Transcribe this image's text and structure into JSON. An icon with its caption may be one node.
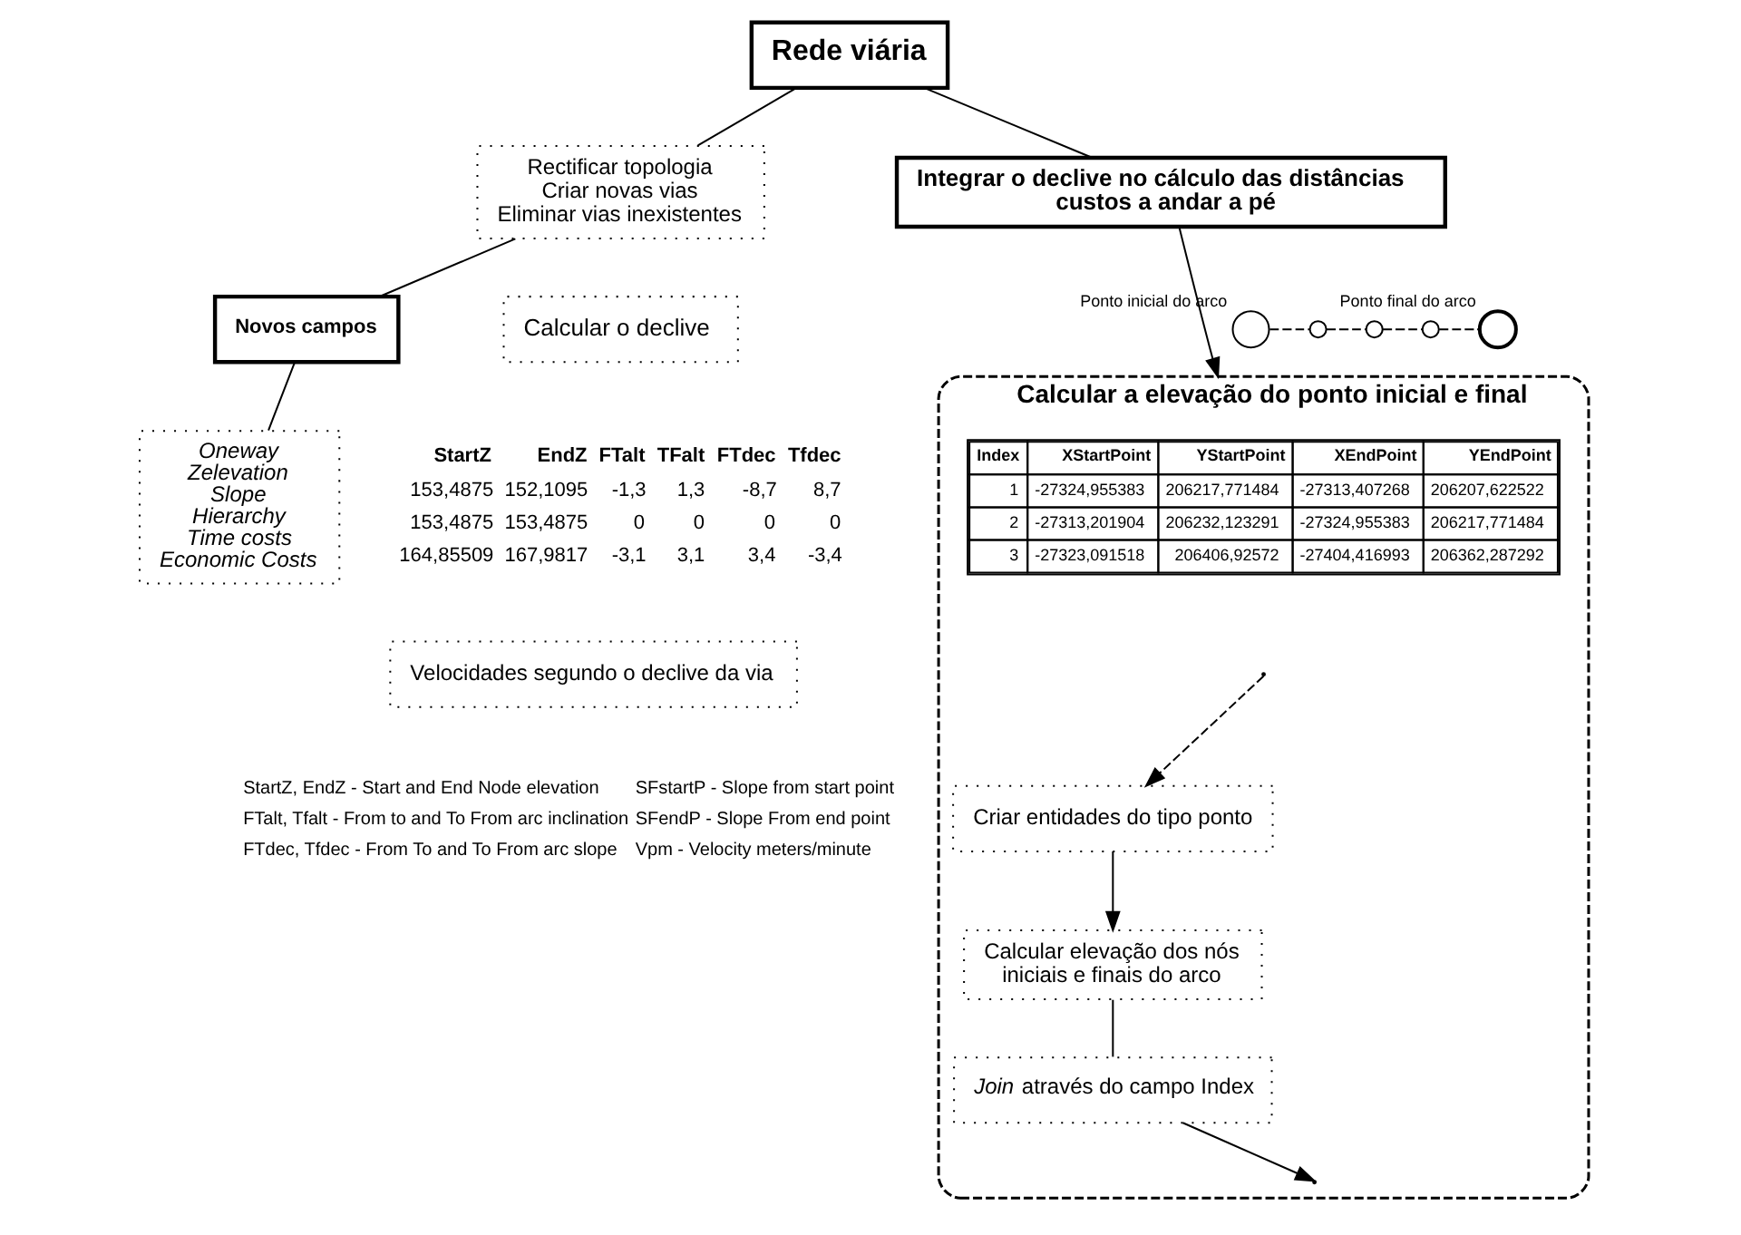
{
  "diagram": {
    "nodes": [
      {
        "text": [
          "Rede viária"
        ]
      },
      {
        "text": [
          "Rectificar topologia",
          "Criar novas vias",
          "Eliminar vias inexistentes"
        ]
      },
      {
        "text": [
          "Integrar o declive no cálculo das distâncias custos a andar a pé"
        ]
      },
      {
        "text": [
          "Novos campos"
        ]
      },
      {
        "text": [
          "Oneway",
          "Zelevation",
          "Slope",
          "Hierarchy",
          "Time costs",
          "Economic Costs"
        ]
      },
      {
        "text": [
          "Calcular o declive"
        ]
      },
      {
        "text": [
          "Velocidades segundo o declive da via"
        ]
      },
      {
        "text": [],
        "shape": "circle",
        "beside": [
          "Ponto inicial do arco"
        ]
      },
      {
        "text": [],
        "shape": "circle"
      },
      {
        "text": [],
        "shape": "circle"
      },
      {
        "text": [],
        "shape": "circle"
      },
      {
        "text": [],
        "shape": "circle",
        "beside": [
          "Ponto final do arco"
        ]
      },
      {
        "text": [
          "Calcular a elevação do ponto inicial e final"
        ]
      },
      {
        "text": [
          "*Join* através do campo Index"
        ],
        "in": 12
      },
      {
        "text": [
          "Criar entidades do tipo ponto"
        ],
        "in": 12
      },
      {
        "text": [
          "Calcular elevação dos nós iniciais e finais do arco"
        ],
        "in": 12
      }
    ],
    "edges": [
      {
        "from": 0,
        "to": 1,
        "arrow": "none"
      },
      {
        "from": 0,
        "to": 2,
        "arrow": "none"
      },
      {
        "from": 1,
        "to": 3,
        "arrow": "none"
      },
      {
        "from": 3,
        "to": 4,
        "arrow": "none"
      },
      {
        "from": 7,
        "to": 8,
        "arrow": "none",
        "style": "dashed"
      },
      {
        "from": 8,
        "to": 9,
        "arrow": "none",
        "style": "dashed"
      },
      {
        "from": 9,
        "to": 10,
        "arrow": "none",
        "style": "dashed"
      },
      {
        "from": 10,
        "to": 11,
        "arrow": "none",
        "style": "dashed"
      },
      {
        "from": 2,
        "to": 12,
        "arrow": "to"
      },
      {
        "from": null,
        "to": 14,
        "arrow": "to",
        "style": "dashed"
      },
      {
        "from": 14,
        "to": 15,
        "arrow": "to"
      },
      {
        "from": 15,
        "to": 13,
        "arrow": "none"
      },
      {
        "from": 13,
        "to": null,
        "arrow": "to"
      }
    ],
    "labels": [
      "StartZ",
      "EndZ",
      "FTalt",
      "TFalt",
      "FTdec",
      "Tfdec",
      "153,4875",
      "152,1095",
      "-1,3",
      "1,3",
      "-8,7",
      "8,7",
      "153,4875",
      "153,4875",
      "0",
      "0",
      "0",
      "0",
      "164,85509",
      "167,9817",
      "-3,1",
      "3,1",
      "3,4",
      "-3,4",
      "Index",
      "XStartPoint",
      "YStartPoint",
      "XEndPoint",
      "YEndPoint",
      "1",
      "-27324,955383",
      "206217,771484",
      "-27313,407268",
      "206207,622522",
      "2",
      "-27313,201904",
      "206232,123291",
      "-27324,955383",
      "206217,771484",
      "3",
      "-27323,091518",
      "206406,92572",
      "-27404,416993",
      "206362,287292",
      "StartZ, EndZ - Start and End Node elevation",
      "SFstartP - Slope from start point",
      "FTalt, Tfalt - From to and To From arc inclination",
      "SFendP - Slope From end point",
      "FTdec, Tfdec - From To and To From arc slope",
      "Vpm - Velocity meters/minute"
    ]
  }
}
